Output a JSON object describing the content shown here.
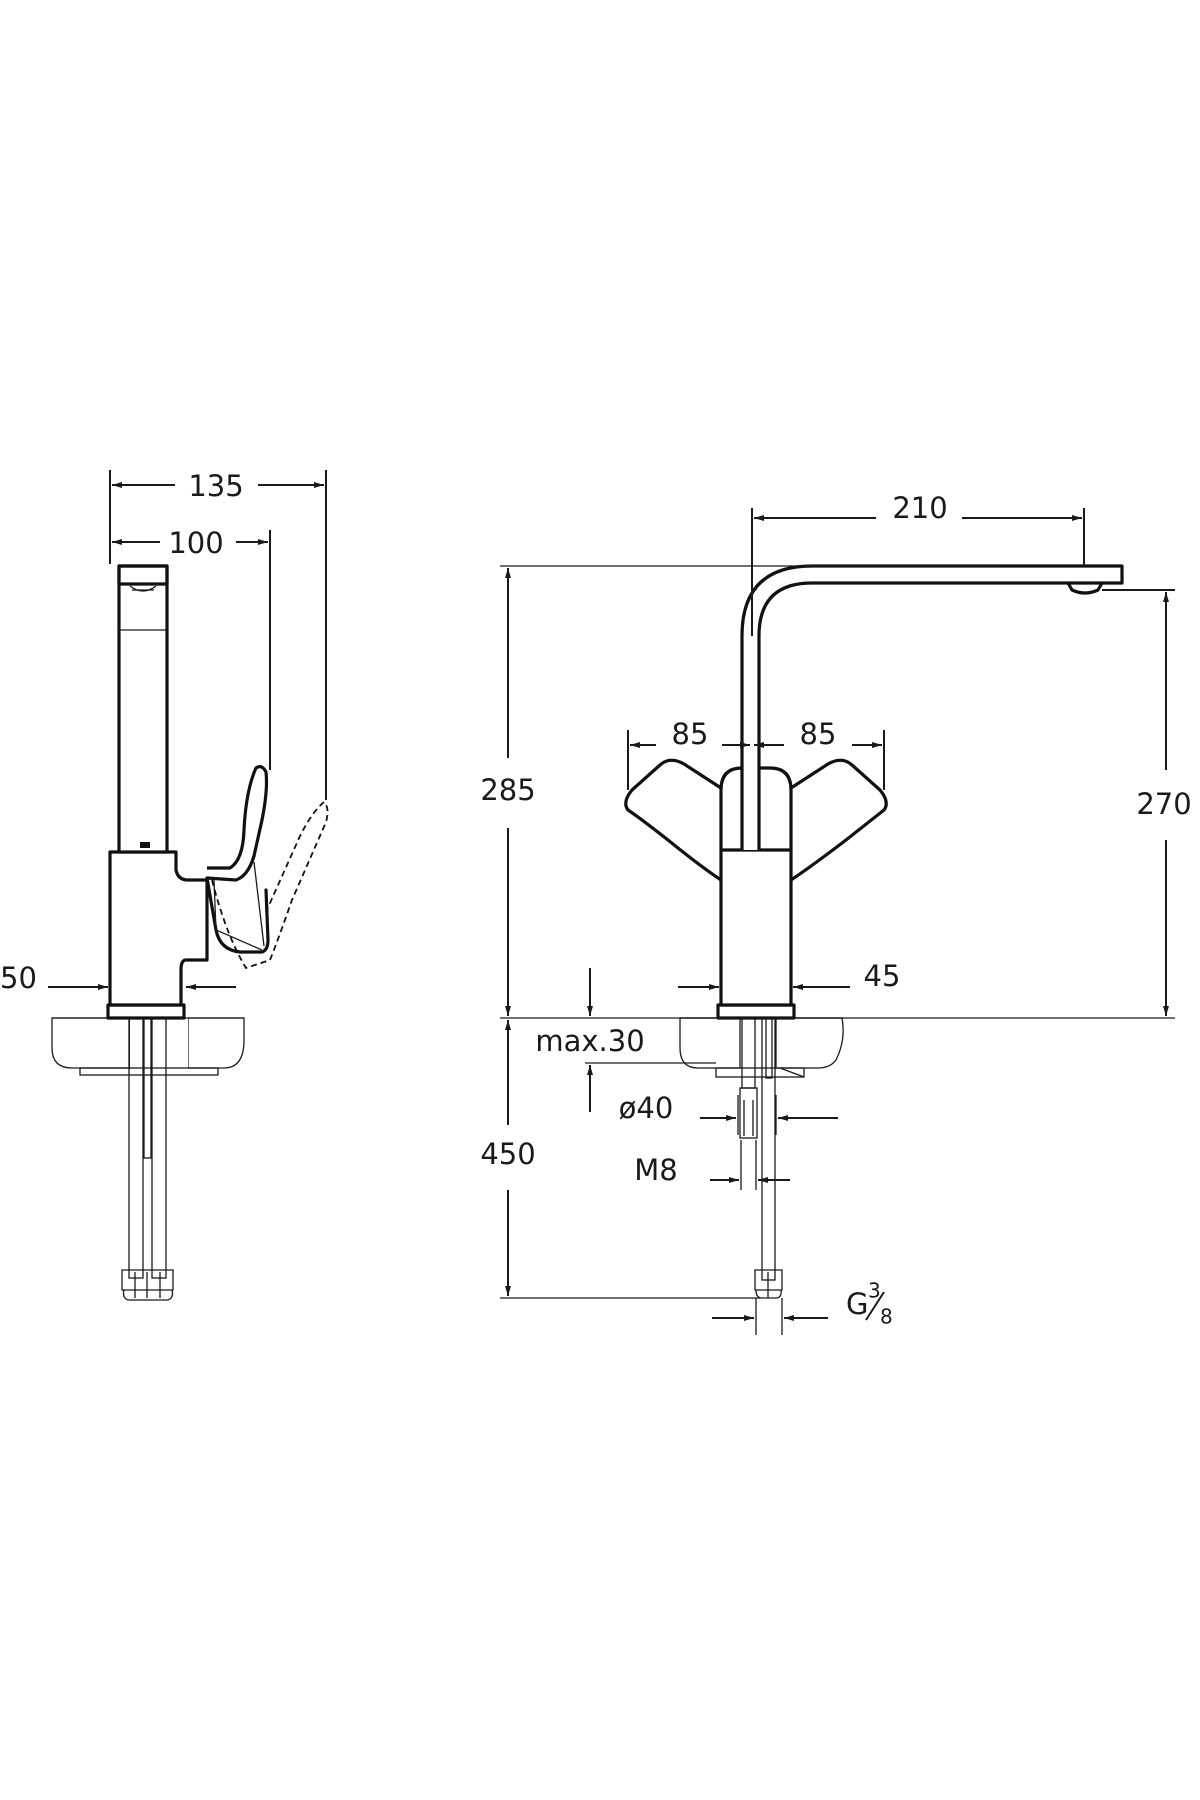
{
  "drawing": {
    "side_view": {
      "dim_overall_depth": "135",
      "dim_spout_depth": "100",
      "dim_base_diameter": "50"
    },
    "front_view": {
      "dim_spout_reach": "210",
      "dim_lever_left": "85",
      "dim_lever_right": "85",
      "dim_total_height": "285",
      "dim_outlet_height": "270",
      "dim_body_width": "45",
      "dim_max_counter": "max.30",
      "dim_hole_diameter": "ø40",
      "dim_thread": "M8",
      "dim_hose_length": "450",
      "dim_connection_g": "G",
      "dim_connection_num": "3",
      "dim_connection_den": "8"
    }
  }
}
